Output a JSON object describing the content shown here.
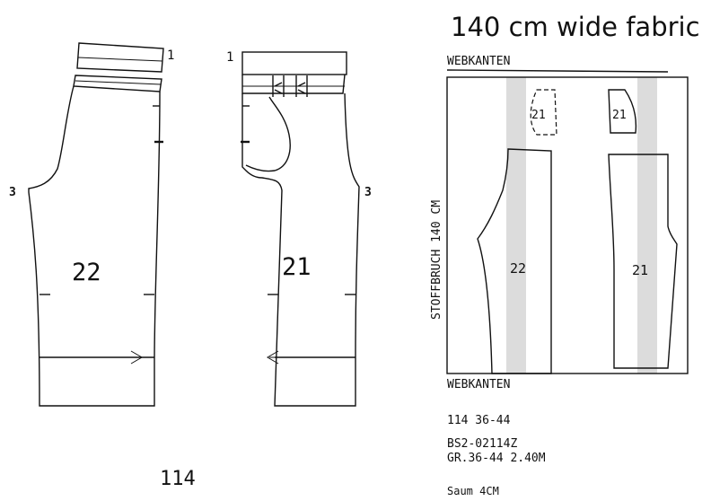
{
  "patterns": {
    "back_piece_number": "22",
    "front_piece_number": "21",
    "back_waist_mark": "1",
    "front_waist_mark": "1",
    "back_crotch_mark": "3",
    "front_crotch_mark": "3",
    "model_number": "114"
  },
  "layout": {
    "title": "140 cm wide fabric",
    "selvage_top": "WEBKANTEN",
    "selvage_bottom": "WEBKANTEN",
    "fold_label": "STOFFBRUCH 140 CM",
    "piece_22": "22",
    "piece_21": "21",
    "pocket_dashed": "21",
    "pocket_solid": "21",
    "grain_color": "#dcdcdc"
  },
  "info": {
    "line1": "114 36-44",
    "line2": "BS2-02114Z",
    "line3": "GR.36-44 2.40M",
    "line4": "Saum 4CM"
  }
}
